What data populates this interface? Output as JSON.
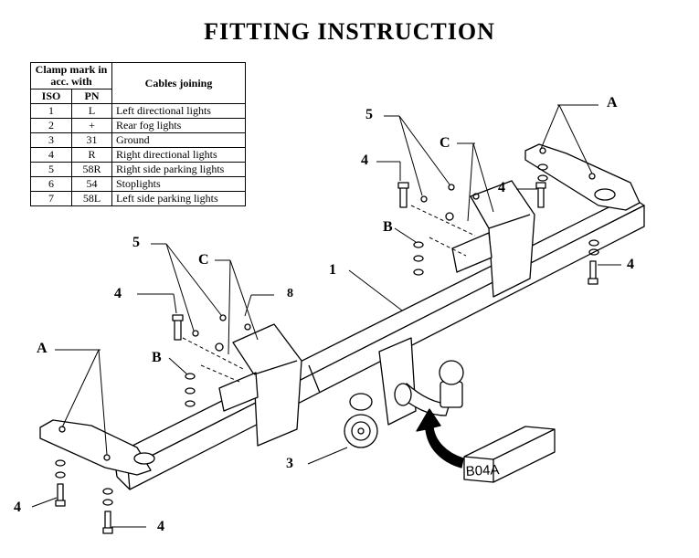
{
  "title": "FITTING  INSTRUCTION",
  "table": {
    "header_clamp": "Clamp mark in acc. with",
    "header_cables": "Cables joining",
    "col_iso": "ISO",
    "col_pn": "PN",
    "rows": [
      {
        "iso": "1",
        "pn": "L",
        "cable": "Left directional lights"
      },
      {
        "iso": "2",
        "pn": "+",
        "cable": "Rear fog lights"
      },
      {
        "iso": "3",
        "pn": "31",
        "cable": "Ground"
      },
      {
        "iso": "4",
        "pn": "R",
        "cable": "Right directional lights"
      },
      {
        "iso": "5",
        "pn": "58R",
        "cable": "Right side parking lights"
      },
      {
        "iso": "6",
        "pn": "54",
        "cable": "Stoplights"
      },
      {
        "iso": "7",
        "pn": "58L",
        "cable": "Left side parking lights"
      }
    ]
  },
  "callouts": {
    "one": "1",
    "three": "3",
    "four": "4",
    "five": "5",
    "eight": "8",
    "a": "A",
    "b": "B",
    "c": "C"
  },
  "box_code": "B04A"
}
